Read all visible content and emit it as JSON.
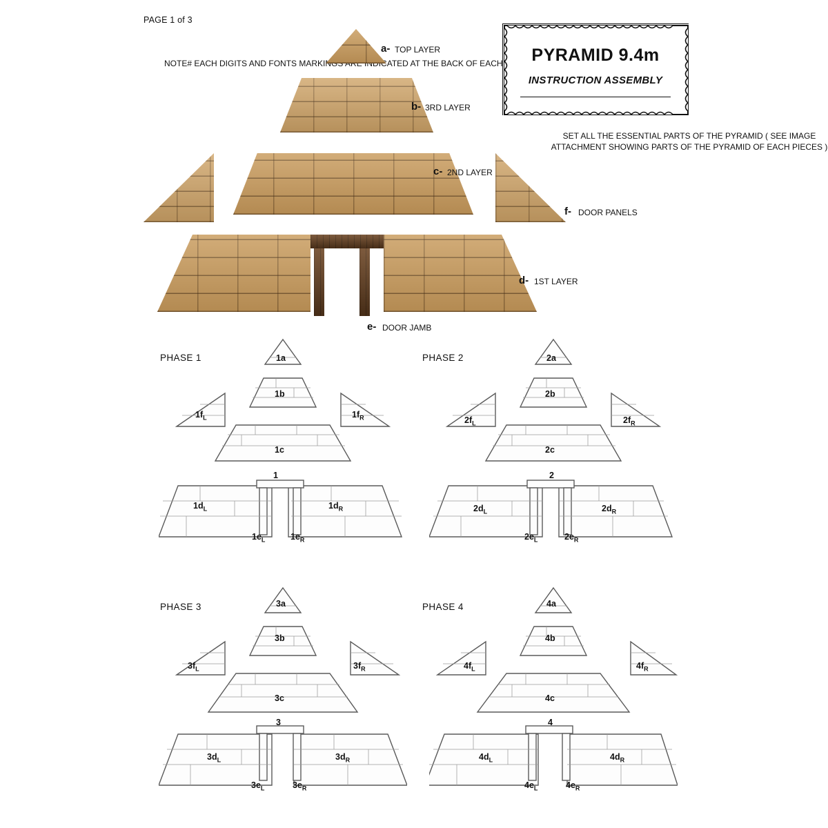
{
  "page": {
    "page_label": "PAGE 1 of 3",
    "note": "NOTE#\nEACH DIGITS AND FONTS\nMARKINGS ARE INDICATED\nAT THE BACK OF EACH PIECES.",
    "stamp_title": "PYRAMID 9.4m",
    "stamp_subtitle": "INSTRUCTION ASSEMBLY",
    "set_parts_note": "SET ALL THE ESSENTIAL\nPARTS OF THE PYRAMID\n( SEE IMAGE ATTACHMENT\nSHOWING PARTS OF THE\nPYRAMID OF EACH PIECES )"
  },
  "exploded": {
    "parts": [
      {
        "letter": "a-",
        "name": "TOP LAYER"
      },
      {
        "letter": "b-",
        "name": "3RD LAYER"
      },
      {
        "letter": "c-",
        "name": "2ND LAYER"
      },
      {
        "letter": "f-",
        "name": "DOOR PANELS"
      },
      {
        "letter": "d-",
        "name": "1ST LAYER"
      },
      {
        "letter": "e-",
        "name": "DOOR JAMB"
      }
    ]
  },
  "phases": [
    {
      "title": "PHASE 1",
      "labels": {
        "top": "1a",
        "third": "1b",
        "second": "1c",
        "panel_left": "1f",
        "panel_left_sub": "L",
        "panel_right": "1f",
        "panel_right_sub": "R",
        "first_left": "1d",
        "first_left_sub": "L",
        "first_right": "1d",
        "first_right_sub": "R",
        "lintel": "1",
        "jamb_left": "1e",
        "jamb_left_sub": "L",
        "jamb_right": "1e",
        "jamb_right_sub": "R"
      }
    },
    {
      "title": "PHASE 2",
      "labels": {
        "top": "2a",
        "third": "2b",
        "second": "2c",
        "panel_left": "2f",
        "panel_left_sub": "L",
        "panel_right": "2f",
        "panel_right_sub": "R",
        "first_left": "2d",
        "first_left_sub": "L",
        "first_right": "2d",
        "first_right_sub": "R",
        "lintel": "2",
        "jamb_left": "2e",
        "jamb_left_sub": "L",
        "jamb_right": "2e",
        "jamb_right_sub": "R"
      }
    },
    {
      "title": "PHASE 3",
      "labels": {
        "top": "3a",
        "third": "3b",
        "second": "3c",
        "panel_left": "3f",
        "panel_left_sub": "L",
        "panel_right": "3f",
        "panel_right_sub": "R",
        "first_left": "3d",
        "first_left_sub": "L",
        "first_right": "3d",
        "first_right_sub": "R",
        "lintel": "3",
        "jamb_left": "3e",
        "jamb_left_sub": "L",
        "jamb_right": "3e",
        "jamb_right_sub": "R"
      }
    },
    {
      "title": "PHASE 4",
      "labels": {
        "top": "4a",
        "third": "4b",
        "second": "4c",
        "panel_left": "4f",
        "panel_left_sub": "L",
        "panel_right": "4f",
        "panel_right_sub": "R",
        "first_left": "4d",
        "first_left_sub": "L",
        "first_right": "4d",
        "first_right_sub": "R",
        "lintel": "4",
        "jamb_left": "4e",
        "jamb_left_sub": "L",
        "jamb_right": "4e",
        "jamb_right_sub": "R"
      }
    }
  ],
  "colors": {
    "stone": "#c89a5b",
    "stone_light": "#cfa468",
    "wood": "#6b4423",
    "line": "#6f6f6f",
    "text": "#111111"
  }
}
